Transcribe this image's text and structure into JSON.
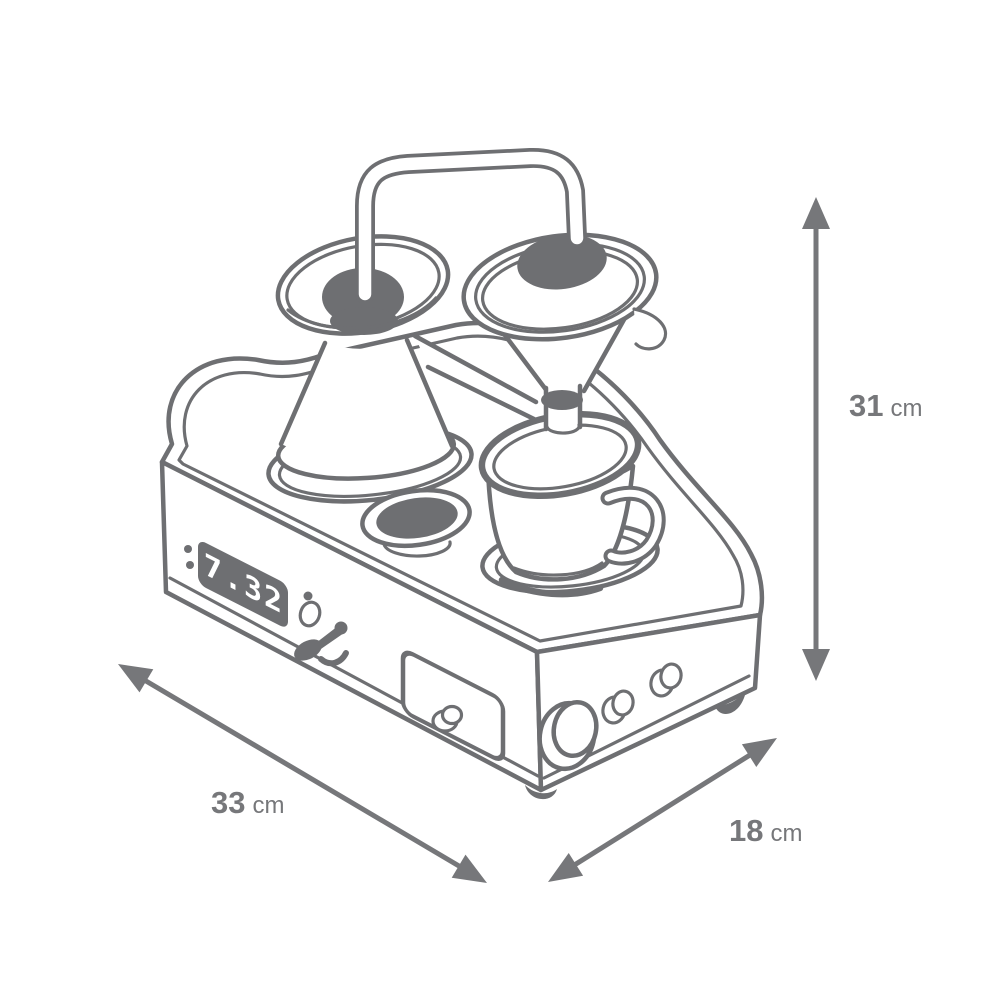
{
  "dimensions": {
    "height": {
      "value": "31",
      "unit": "cm"
    },
    "width": {
      "value": "33",
      "unit": "cm"
    },
    "depth": {
      "value": "18",
      "unit": "cm"
    }
  },
  "clock_display": {
    "time": "7.32"
  },
  "colors": {
    "ink": "#6e6f72",
    "dimension_ink": "#76777a",
    "background": "#ffffff",
    "display_background": "#6e6f72",
    "display_digits": "#ffffff"
  }
}
